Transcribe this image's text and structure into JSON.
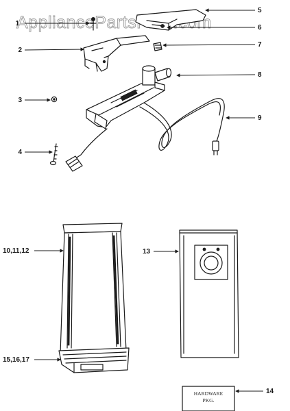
{
  "watermark": "AppliancePartsPros.com",
  "hardware_package_label": [
    "HARDWARE",
    "PKG."
  ],
  "callouts": [
    {
      "id": "p1",
      "label": "1"
    },
    {
      "id": "p2",
      "label": "2"
    },
    {
      "id": "p3",
      "label": "3"
    },
    {
      "id": "p4",
      "label": "4"
    },
    {
      "id": "p5",
      "label": "5"
    },
    {
      "id": "p6",
      "label": "6"
    },
    {
      "id": "p7",
      "label": "7"
    },
    {
      "id": "p8",
      "label": "8"
    },
    {
      "id": "p9",
      "label": "9"
    },
    {
      "id": "p10",
      "label": "10,11,12"
    },
    {
      "id": "p13",
      "label": "13"
    },
    {
      "id": "p14",
      "label": "14"
    },
    {
      "id": "p15",
      "label": "15,16,17"
    }
  ]
}
